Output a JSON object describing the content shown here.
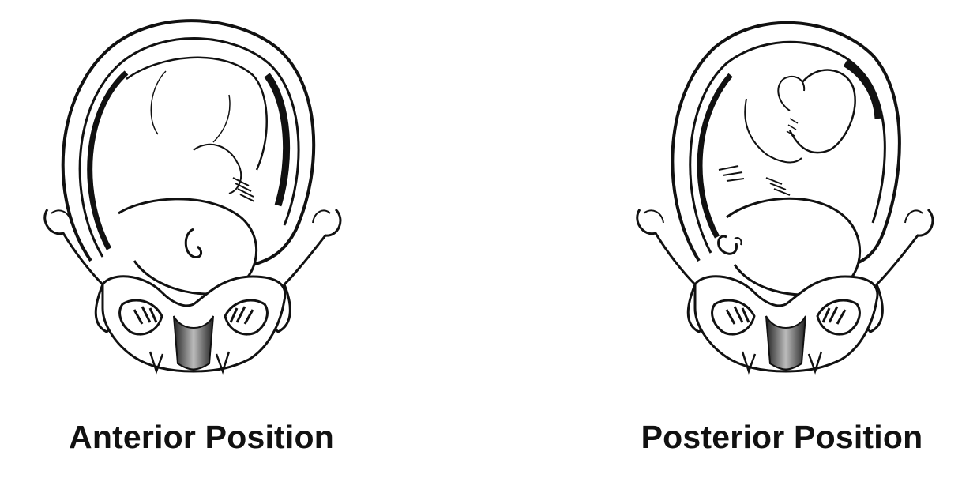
{
  "figures": [
    {
      "caption": "Anterior Position",
      "baby_back": "anterior"
    },
    {
      "caption": "Posterior Position",
      "baby_back": "posterior"
    }
  ],
  "colors": {
    "line": "#111111",
    "background": "#ffffff",
    "shade": "#555555"
  }
}
